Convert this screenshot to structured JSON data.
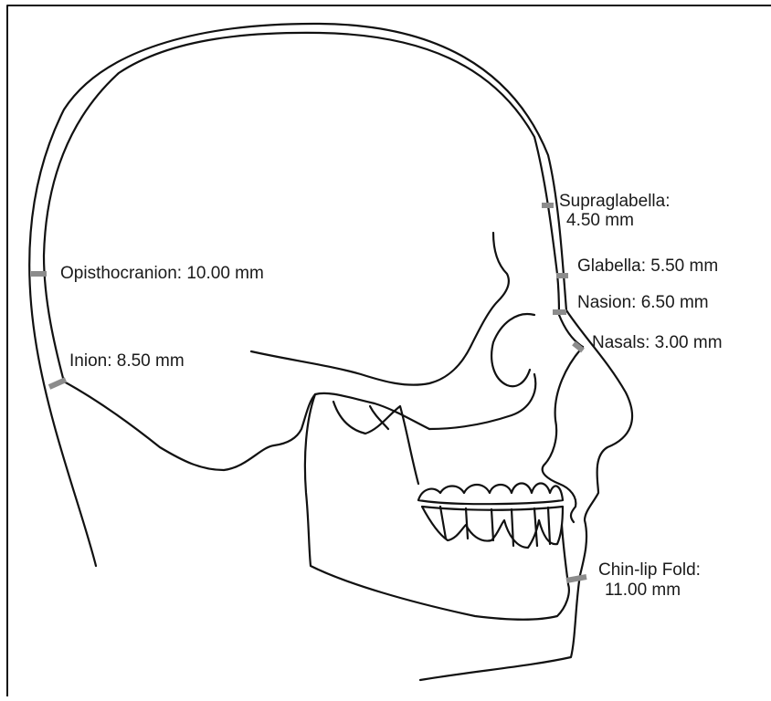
{
  "labels": {
    "supraglabella": "Supraglabella:",
    "supraglabella_value": "4.50 mm",
    "glabella": "Glabella: 5.50 mm",
    "nasion": "Nasion: 6.50 mm",
    "nasals": "Nasals: 3.00 mm",
    "opisthocranion": "Opisthocranion: 10.00 mm",
    "inion": "Inion: 8.50 mm",
    "chin_lip_fold": "Chin-lip Fold:",
    "chin_lip_fold_value": "11.00 mm"
  },
  "colors": {
    "line": "#111111",
    "marker": "#8c8c8c",
    "text": "#1a1a1a",
    "background": "#ffffff"
  }
}
